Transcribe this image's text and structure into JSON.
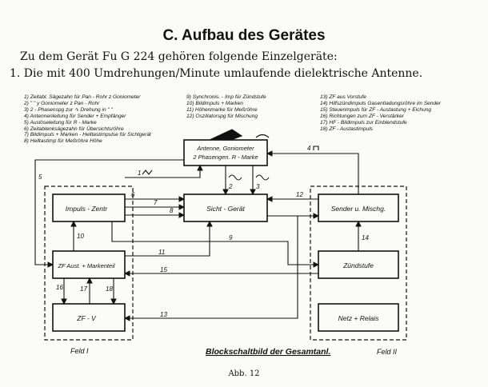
{
  "heading": "C. Aufbau des Gerätes",
  "intro": "Zu dem Gerät Fu G 224 gehören folgende Einzelgeräte:",
  "item1": "1. Die mit 400 Umdrehungen/Minute umlaufende dielektrische Antenne.",
  "legend": {
    "col1": [
      "1) Zeitabl. Sägezahn für Pan - Rohr z Goniometer",
      "2)    \"          \"     y  Goniometer z Pan - Rohr",
      "3) 2 - Phasenspg zur ∿ Drehung in   \"      \"",
      "4) Antennenleitung für Sender + Empfänger",
      "5) Auslöseleitung für R - Marke",
      "6) Zeitablenksägezahn für Übersichtsröhre",
      "7) Bildimpuls + Marken - Helltastimpulse für Sichtgerät",
      "8) Helltastimp für Meßröhre Höhe"
    ],
    "col2": [
      "9) Synchronis. - Imp für Zündstufe",
      "10) Bildimpuls + Marken",
      "11) Höhenmarke für Meßröhre",
      "12) Oszillatorspg für Mischung"
    ],
    "col3": [
      "13) ZF aus Vorstufe",
      "14) Hilfszündimpuls Gasentladungsröhre im Sender",
      "15) Steuerimpuls für ZF - Austastung + Eichung",
      "16) Richtungen zum ZF - Verstärker",
      "17) HF - Bildimpuls zur Einblendstufe",
      "18) ZF - Austastimpuls"
    ]
  },
  "blocks": {
    "antenna_line1": "Antenne, Goniometer",
    "antenna_line2": "2 Phasengen. R - Marke",
    "impuls": "Impuls - Zentr",
    "sicht": "Sicht - Gerät",
    "sender": "Sender u. Mischg.",
    "zf_aust": "ZF Aust. + Markenteil",
    "zuend": "Zündstufe",
    "zfv": "ZF - V",
    "netz": "Netz + Relais"
  },
  "signals": {
    "n1": "1",
    "n2": "2",
    "n3": "3",
    "n4": "4",
    "n5": "5",
    "n6": "6",
    "n7": "7",
    "n8": "8",
    "n9": "9",
    "n10": "10",
    "n11": "11",
    "n12": "12",
    "n13": "13",
    "n14": "14",
    "n15": "15",
    "n16": "16",
    "n17": "17",
    "n18": "18"
  },
  "field1": "Feld  I",
  "diagram_title": "Blockschaltbild der Gesamtanl.",
  "field2": "Feld II",
  "caption": "Abb. 12"
}
